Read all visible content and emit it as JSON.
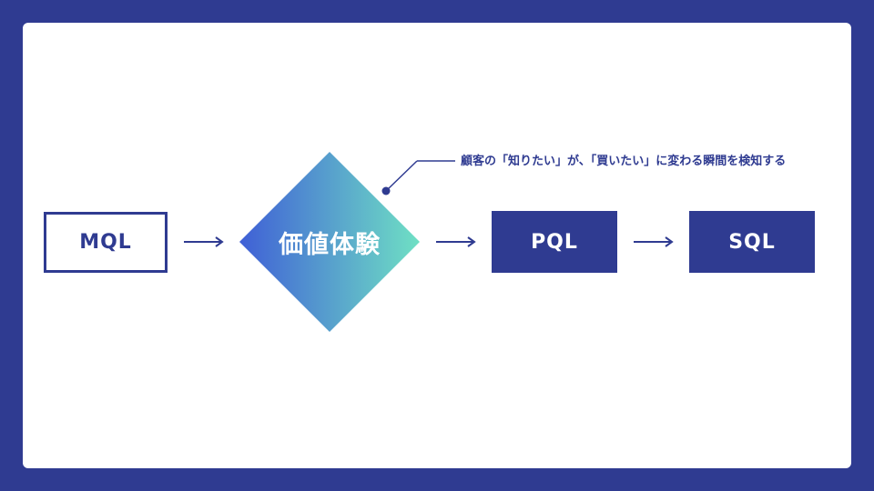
{
  "diagram": {
    "mql_label": "MQL",
    "value_experience_label": "価値体験",
    "pql_label": "PQL",
    "sql_label": "SQL",
    "callout_text": "顧客の「知りたい」が、「買いたい」に変わる瞬間を検知する"
  },
  "colors": {
    "background": "#2f3b91",
    "panel": "#ffffff",
    "primary": "#2f3b91",
    "gradient_start": "#3f5fd6",
    "gradient_end": "#6fe0c4"
  }
}
